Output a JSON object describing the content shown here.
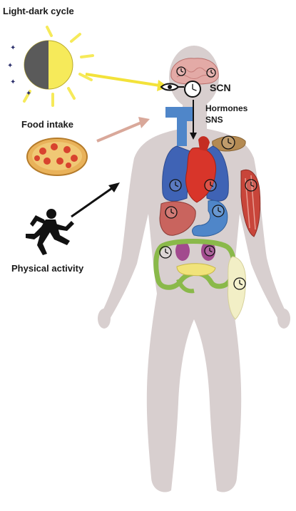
{
  "inputs": {
    "light_dark": "Light-dark cycle",
    "food": "Food intake",
    "activity": "Physical activity"
  },
  "brain": {
    "scn": "SCN",
    "hormones": "Hormones",
    "sns": "SNS"
  },
  "colors": {
    "body": "#d8cfcf",
    "sun": "#f6ea5a",
    "sun_dark": "#5a5a5a",
    "star": "#2b2f6b",
    "food_arrow": "#d9a89a",
    "brain": "#e3aaa6",
    "lungs": "#3f63b5",
    "heart": "#d8352a",
    "liver": "#c9645e",
    "stomach": "#4f86c9",
    "intestine": "#8ab94a",
    "kidney": "#a24a8e",
    "pancreas": "#f1e37a",
    "fat": "#f2efc6",
    "muscle": "#c8453a",
    "thyroid": "#b48a52"
  },
  "icons": [
    "sun-icon",
    "star-icon",
    "pizza-icon",
    "runner-icon",
    "clock-icon"
  ]
}
